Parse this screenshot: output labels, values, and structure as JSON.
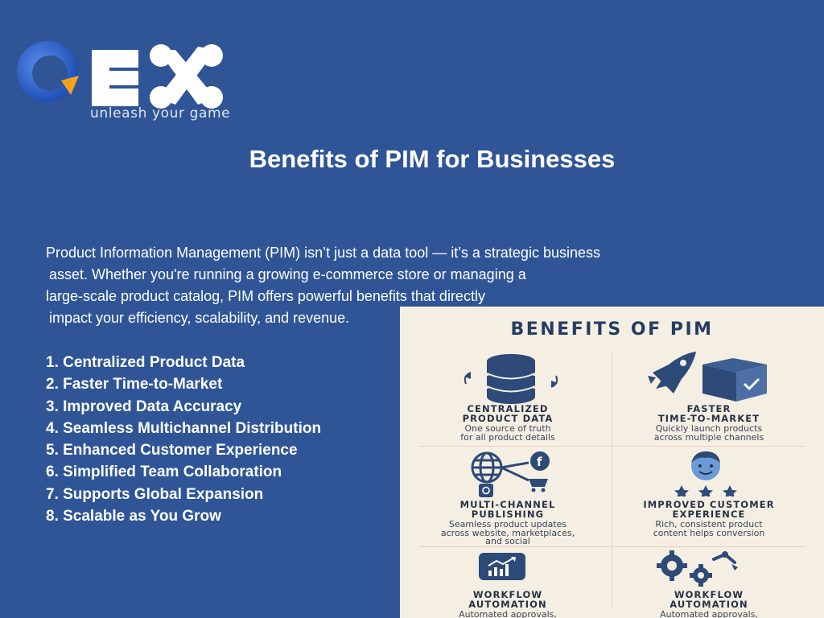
{
  "logo": {
    "tagline": "unleash your game"
  },
  "slide": {
    "title": "Benefits of PIM for Businesses",
    "intro_lines": [
      "Product Information Management (PIM) isn’t just a data tool — it’s a strategic business",
      " asset. Whether you're running a growing e-commerce store or managing a",
      "large-scale product catalog, PIM offers powerful benefits that directly",
      " impact your efficiency, scalability, and revenue."
    ],
    "benefits": [
      "1. Centralized Product Data",
      "2. Faster Time-to-Market",
      "3. Improved Data Accuracy",
      "4. Seamless Multichannel Distribution",
      "5. Enhanced Customer Experience",
      "6. Simplified Team Collaboration",
      "7. Supports Global Expansion",
      "8. Scalable as You Grow"
    ]
  },
  "infographic": {
    "title": "BENEFITS OF PIM",
    "cells": [
      {
        "title_lines": [
          "CENTRALIZED",
          "PRODUCT DATA"
        ],
        "desc_lines": [
          "One source of truth",
          "for all product details"
        ],
        "icon": "database-icon"
      },
      {
        "title_lines": [
          "FASTER",
          "TIME-TO-MARKET"
        ],
        "desc_lines": [
          "Quickly launch products",
          "across multiple channels"
        ],
        "icon": "rocket-box-icon"
      },
      {
        "title_lines": [
          "MULTI-CHANNEL",
          "PUBLISHING"
        ],
        "desc_lines": [
          "Seamless product updates",
          "across website, marketplaces,",
          "and social"
        ],
        "icon": "globe-social-icon"
      },
      {
        "title_lines": [
          "IMPROVED CUSTOMER",
          "EXPERIENCE"
        ],
        "desc_lines": [
          "Rich, consistent product",
          "content helps conversion"
        ],
        "icon": "smiling-customer-icon"
      },
      {
        "title_lines": [
          "WORKFLOW",
          "AUTOMATION"
        ],
        "desc_lines": [
          "Automated approvals,"
        ],
        "icon": "chart-monitor-icon"
      },
      {
        "title_lines": [
          "WORKFLOW",
          "AUTOMATION"
        ],
        "desc_lines": [
          "Automated approvals,"
        ],
        "icon": "gears-robot-arm-icon"
      }
    ]
  },
  "colors": {
    "background": "#2f5597",
    "panel": "#f5efe3",
    "icon_navy": "#2d4a78",
    "logo_orange": "#f5a21d"
  }
}
